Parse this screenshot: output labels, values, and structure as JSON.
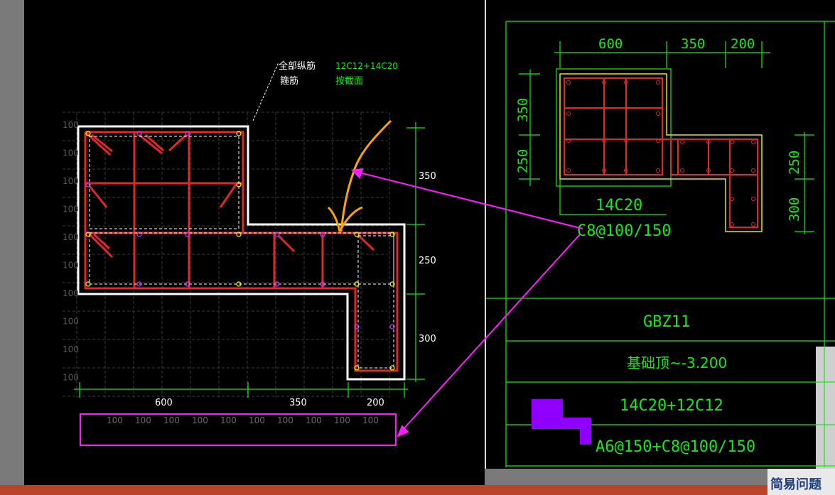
{
  "left_drawing": {
    "callout_row1_label": "全部纵筋",
    "callout_row1_value": "12C12+14C20",
    "callout_row2_label": "箍筋",
    "callout_row2_value": "按截面",
    "row_dim": "100",
    "right_dims": [
      "350",
      "250",
      "300"
    ],
    "bottom_dims": [
      "600",
      "350",
      "200"
    ],
    "box_dim": "100"
  },
  "right_drawing": {
    "top_dims": [
      "600",
      "350",
      "200"
    ],
    "left_dims": [
      "350",
      "250"
    ],
    "right_dims": [
      "250",
      "300"
    ],
    "bar_spec": "14C20",
    "stirrup_spec": "C8@100/150",
    "table": {
      "name": "GBZ11",
      "elevation": "基础顶~-3.200",
      "longitudinal": "14C20+12C12",
      "stirrup": "A6@150+C8@100/150"
    }
  },
  "bottom_right_text": "简易问题",
  "colors": {
    "background": "#000000",
    "outline": "#ffffff",
    "rebar": "#e0282c",
    "green_text": "#18e818",
    "annotation_magenta": "#ff1aff",
    "annotation_orange": "#ffa500",
    "section_fill": "#8f00ff"
  }
}
